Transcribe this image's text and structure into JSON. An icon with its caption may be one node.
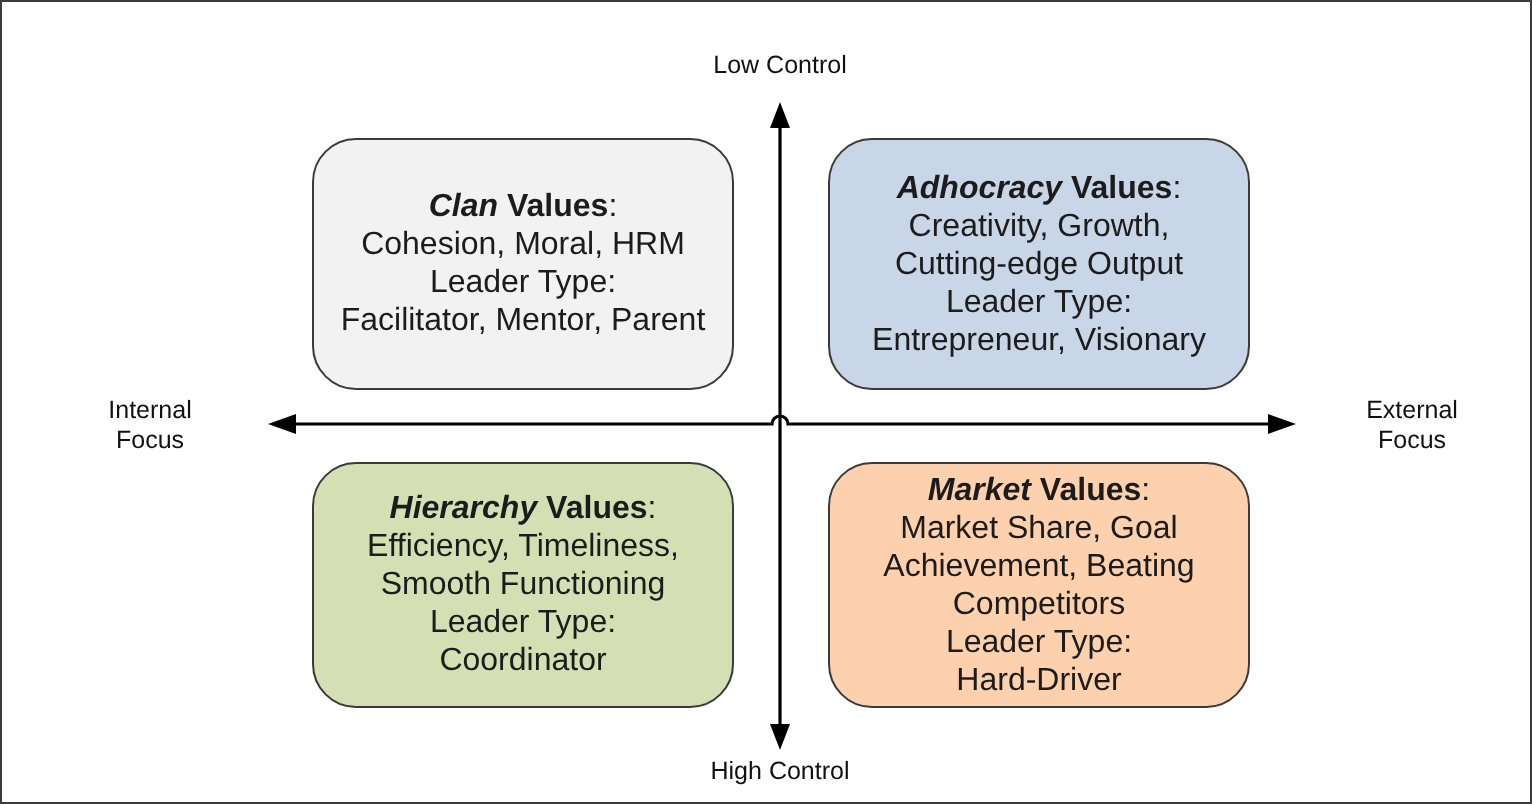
{
  "diagram": {
    "nodes": [
      {
        "text": [
          "***Clan* Values**:",
          "Cohesion, Moral, HRM",
          "Leader Type:",
          "Facilitator, Mentor, Parent"
        ]
      },
      {
        "text": [
          "***Adhocracy* Values**:",
          "Creativity, Growth, Cutting-edge Output",
          "Leader Type:",
          "Entrepreneur, Visionary"
        ]
      },
      {
        "text": [
          "***Hierarchy* Values**:",
          "Efficiency, Timeliness, Smooth Functioning",
          "Leader Type:",
          "Coordinator"
        ]
      },
      {
        "text": [
          "***Market* Values**:",
          "Market Share, Goal Achievement, Beating Competitors",
          "Leader Type:",
          "Hard-Driver"
        ]
      }
    ],
    "labels": [
      "Low Control",
      "Internal Focus",
      "External Focus",
      "High Control"
    ]
  }
}
